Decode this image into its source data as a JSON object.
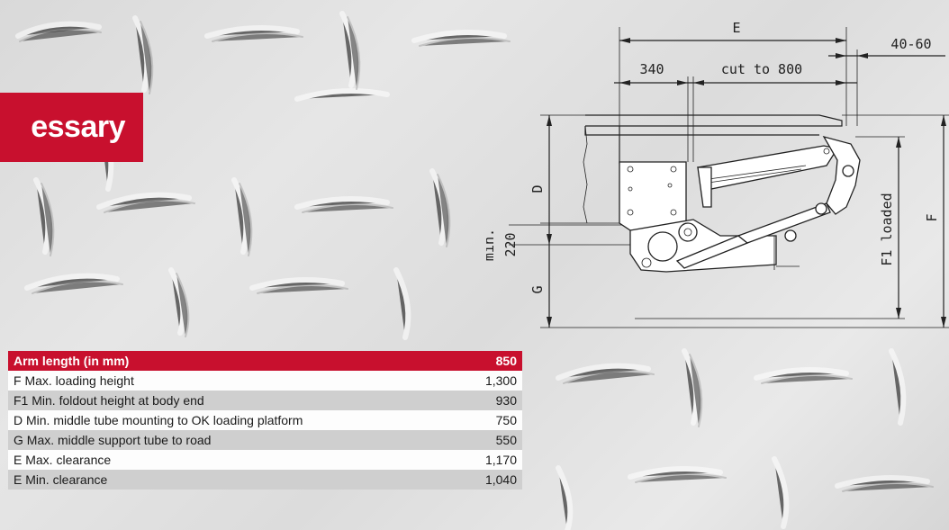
{
  "banner": {
    "text": "essary"
  },
  "drawing": {
    "labels": {
      "E": "E",
      "clearance_offset": "40-60",
      "left_offset": "340",
      "cut_length": "cut to 800",
      "D": "D",
      "min_label": "min.",
      "min_value": "220",
      "G": "G",
      "F1": "F1 loaded",
      "F": "F"
    }
  },
  "table": {
    "header": {
      "label": "Arm length (in mm)",
      "value": "850"
    },
    "rows": [
      {
        "label": "F Max. loading height",
        "value": "1,300"
      },
      {
        "label": "F1 Min. foldout height at body end",
        "value": "930"
      },
      {
        "label": "D Min. middle tube mounting to OK loading platform",
        "value": "750"
      },
      {
        "label": "G Max. middle support tube to road",
        "value": "550"
      },
      {
        "label": "E Max. clearance",
        "value": "1,170"
      },
      {
        "label": "E Min. clearance",
        "value": "1,040"
      }
    ]
  },
  "colors": {
    "accent": "#c8102e",
    "plate": "#dedede",
    "line": "#222222"
  }
}
